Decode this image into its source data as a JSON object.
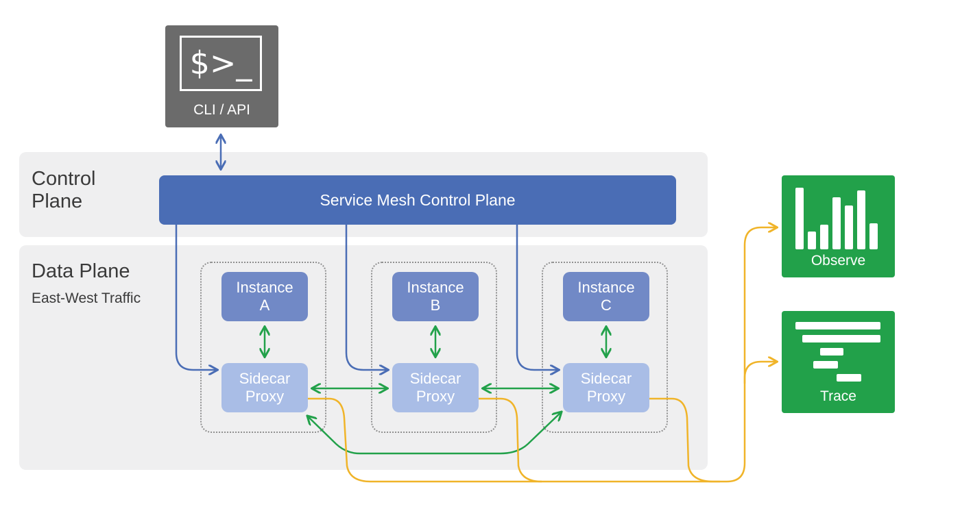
{
  "cli": {
    "prompt": "$>_",
    "label": "CLI / API"
  },
  "control_plane": {
    "label_line1": "Control",
    "label_line2": "Plane",
    "bar_label": "Service Mesh Control Plane"
  },
  "data_plane": {
    "label": "Data Plane",
    "sublabel": "East-West Traffic"
  },
  "instances": [
    {
      "line1": "Instance",
      "line2": "A"
    },
    {
      "line1": "Instance",
      "line2": "B"
    },
    {
      "line1": "Instance",
      "line2": "C"
    }
  ],
  "proxy": {
    "line1": "Sidecar",
    "line2": "Proxy"
  },
  "tools": {
    "observe": "Observe",
    "trace": "Trace"
  },
  "colors": {
    "control": "#4a6db5",
    "instance": "#7189c6",
    "proxy": "#a9bde6",
    "mesh_traffic": "#22a14a",
    "telemetry": "#f0b429",
    "cli": "#6b6b6b"
  }
}
